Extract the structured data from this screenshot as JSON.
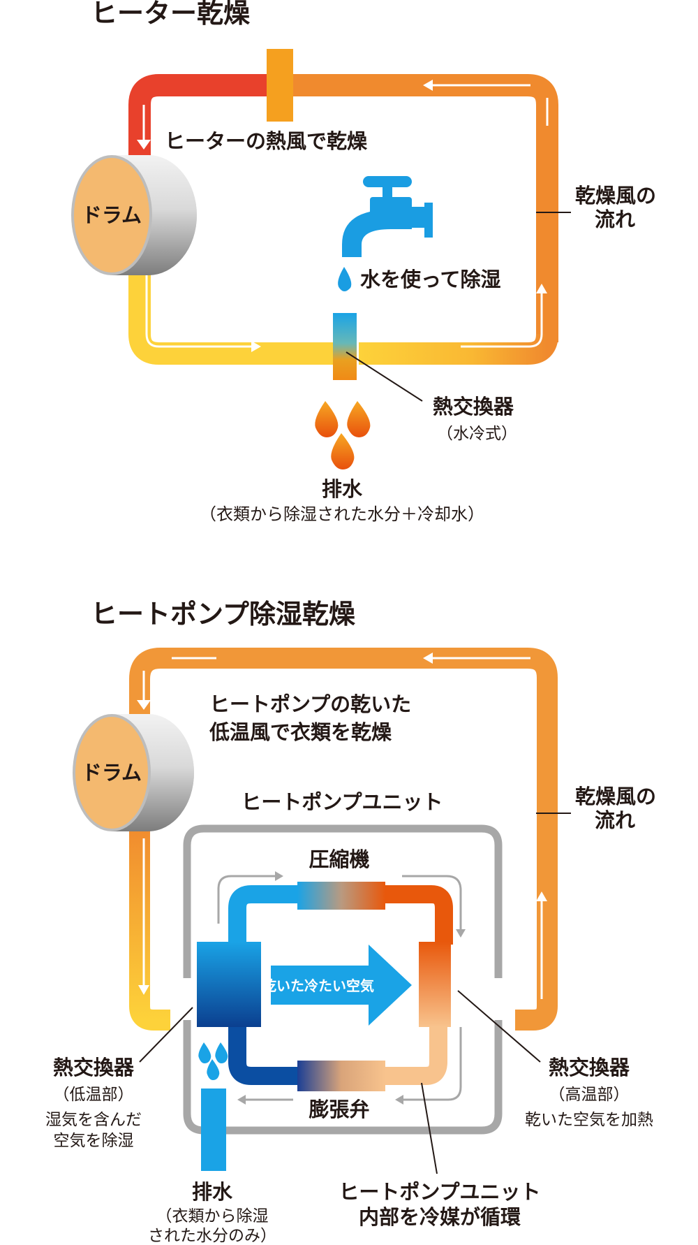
{
  "colors": {
    "red": "#e8412c",
    "orange": "#f08a2e",
    "orange_light": "#f5a53c",
    "yellow": "#fdd23a",
    "drum_face": "#f4b96f",
    "water_blue": "#1aa3e6",
    "deep_blue": "#0b4ea2",
    "hot_orange": "#e8580c",
    "peach": "#f8c38d",
    "unit_gray": "#a7a7a7",
    "text": "#231815"
  },
  "icons": {
    "faucet": "faucet-icon",
    "drop": "water-drop-icon",
    "drum": "drum-icon",
    "arrow": "arrow-icon"
  },
  "heater": {
    "title": "ヒーター乾燥",
    "hot_air_caption": "ヒーターの熱風で乾燥",
    "drum_label": "ドラム",
    "dehumidify_caption": "水を使って除湿",
    "airflow_label_1": "乾燥風の",
    "airflow_label_2": "流れ",
    "hx_label_1": "熱交換器",
    "hx_label_2": "（水冷式）",
    "drain_label": "排水",
    "drain_note": "（衣類から除湿された水分＋冷却水）"
  },
  "heatpump": {
    "title": "ヒートポンプ除湿乾燥",
    "caption_1": "ヒートポンプの乾いた",
    "caption_2": "低温風で衣類を乾燥",
    "drum_label": "ドラム",
    "unit_label": "ヒートポンプユニット",
    "compressor_label": "圧縮機",
    "dry_air_label": "乾いた冷たい空気",
    "expansion_label": "膨張弁",
    "airflow_label_1": "乾燥風の",
    "airflow_label_2": "流れ",
    "hx_low_1": "熱交換器",
    "hx_low_2": "（低温部）",
    "hx_low_3": "湿気を含んだ",
    "hx_low_4": "空気を除湿",
    "hx_high_1": "熱交換器",
    "hx_high_2": "（高温部）",
    "hx_high_3": "乾いた空気を加熱",
    "drain_label": "排水",
    "drain_note_1": "（衣類から除湿",
    "drain_note_2": "された水分のみ）",
    "refrigerant_1": "ヒートポンプユニット",
    "refrigerant_2": "内部を冷媒が循環"
  }
}
